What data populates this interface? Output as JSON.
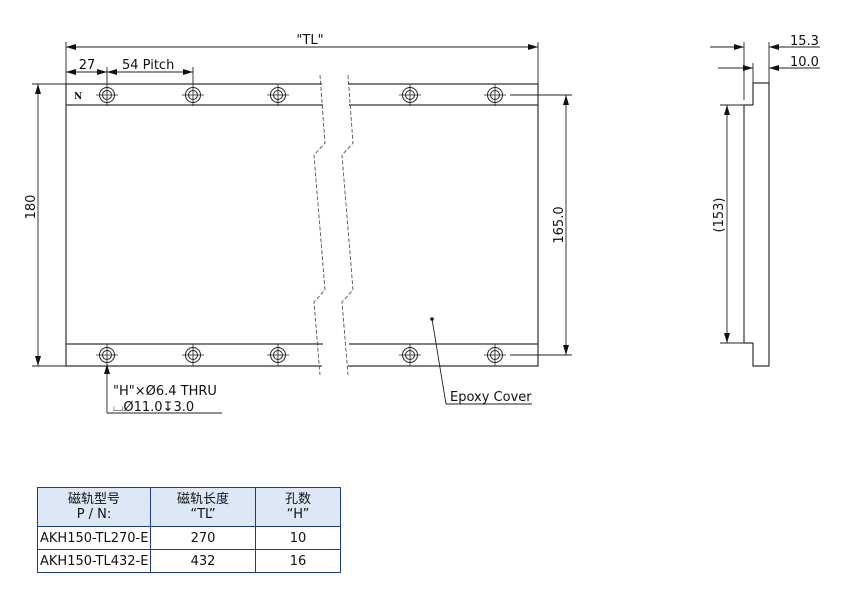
{
  "drawing": {
    "front_view": {
      "tl_dim": "\"TL\"",
      "first_offset_dim": "27",
      "pitch_dim": "54 Pitch",
      "height_dim": "180",
      "hole_span_dim": "165.0",
      "north_mark": "N",
      "hole_note_line1": "\"H\"×Ø6.4 THRU",
      "hole_note_line2": "⌴Ø11.0↧3.0",
      "cover_label": "Epoxy Cover"
    },
    "side_view": {
      "total_thickness_dim": "15.3",
      "plate_thickness_dim": "10.0",
      "inner_height_dim": "(153)"
    }
  },
  "table": {
    "headers": [
      {
        "line1": "磁轨型号",
        "line2": "P / N:"
      },
      {
        "line1": "磁轨长度",
        "line2": "“TL”"
      },
      {
        "line1": "孔数",
        "line2": "“H”"
      }
    ],
    "rows": [
      [
        "AKH150-TL270-E",
        "270",
        "10"
      ],
      [
        "AKH150-TL432-E",
        "432",
        "16"
      ]
    ]
  },
  "colors": {
    "line": "#222222",
    "table_border": "#1b3c8c",
    "table_header_bg": "#dce8f6"
  }
}
